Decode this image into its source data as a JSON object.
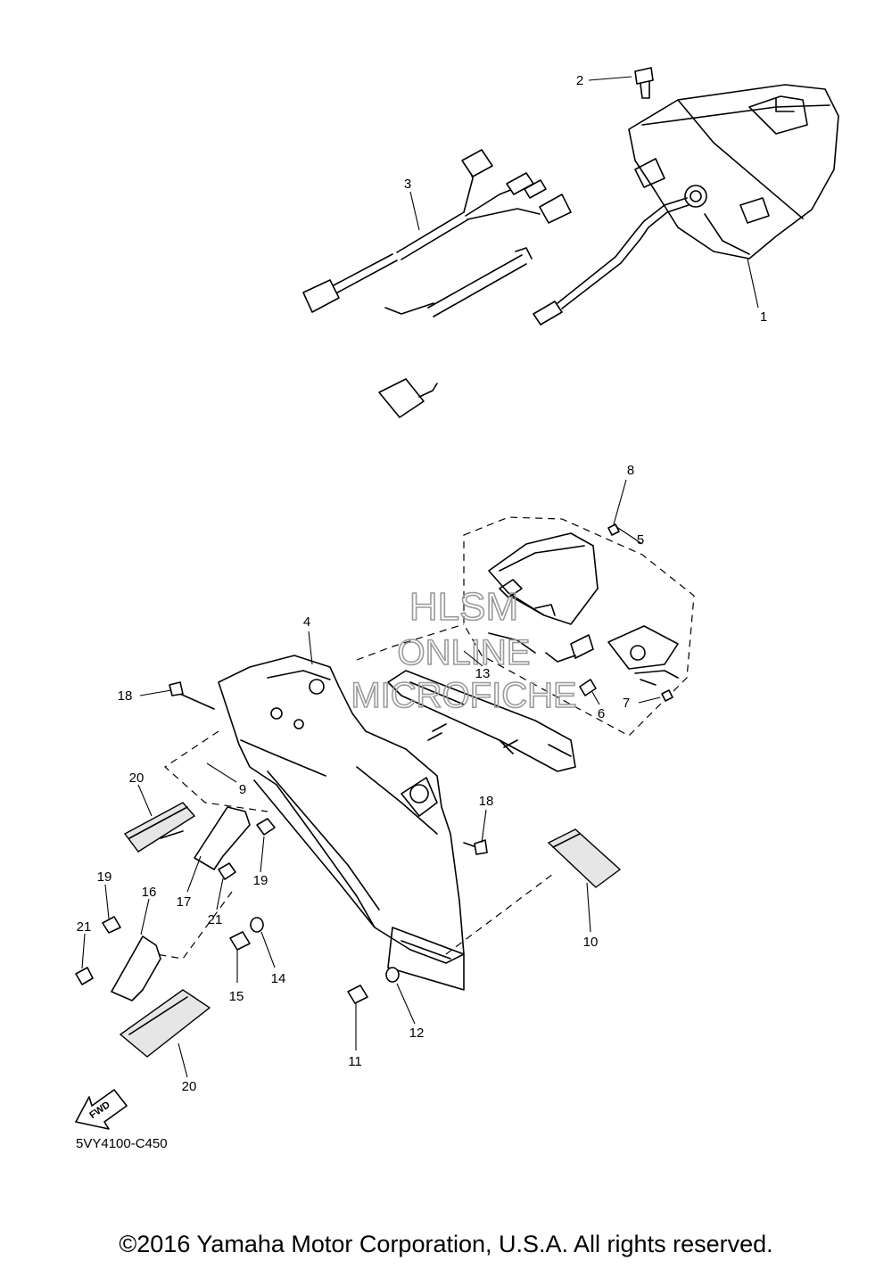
{
  "callouts": {
    "c1": "1",
    "c2": "2",
    "c3": "3",
    "c4": "4",
    "c5": "5",
    "c6": "6",
    "c7": "7",
    "c8": "8",
    "c9": "9",
    "c10": "10",
    "c11": "11",
    "c12": "12",
    "c13": "13",
    "c14": "14",
    "c15": "15",
    "c16": "16",
    "c17": "17",
    "c18a": "18",
    "c18b": "18",
    "c19a": "19",
    "c19b": "19",
    "c20a": "20",
    "c20b": "20",
    "c21a": "21",
    "c21b": "21"
  },
  "watermark": {
    "line1": "HLSM",
    "line2": "ONLINE",
    "line3": "MICROFICHE"
  },
  "fwd_label": "FWD",
  "diagram_code": "5VY4100-C450",
  "copyright": "©2016 Yamaha Motor Corporation, U.S.A. All rights reserved."
}
